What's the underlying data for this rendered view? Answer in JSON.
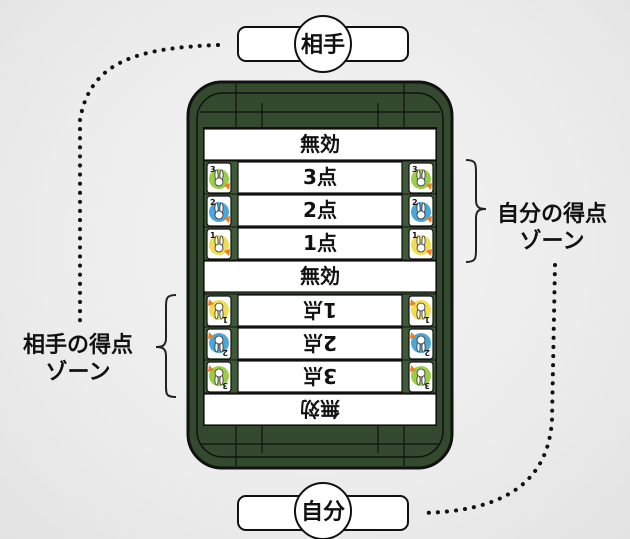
{
  "opponent_label": "相手",
  "self_label": "自分",
  "self_zone_label": [
    "自分の得点",
    "ゾーン"
  ],
  "opponent_zone_label": [
    "相手の得点",
    "ゾーン"
  ],
  "board_rows": [
    {
      "label": "無効",
      "card": null,
      "flipped": false
    },
    {
      "label": "3点",
      "card": 3,
      "flipped": false
    },
    {
      "label": "2点",
      "card": 2,
      "flipped": false
    },
    {
      "label": "1点",
      "card": 1,
      "flipped": false
    },
    {
      "label": "無効",
      "card": null,
      "flipped": false
    },
    {
      "label": "1点",
      "card": 1,
      "flipped": true
    },
    {
      "label": "2点",
      "card": 2,
      "flipped": true
    },
    {
      "label": "3点",
      "card": 3,
      "flipped": true
    },
    {
      "label": "無効",
      "card": null,
      "flipped": true
    }
  ],
  "colors": {
    "board_dark": "#334a2f",
    "board_mid": "#3e5a38",
    "card_3": "#9bcd4a",
    "card_2": "#4da6d9",
    "card_1": "#f2dd52",
    "carrot": "#ef7d1f"
  },
  "icons": [
    "rabbit-icon",
    "carrot-icon"
  ]
}
